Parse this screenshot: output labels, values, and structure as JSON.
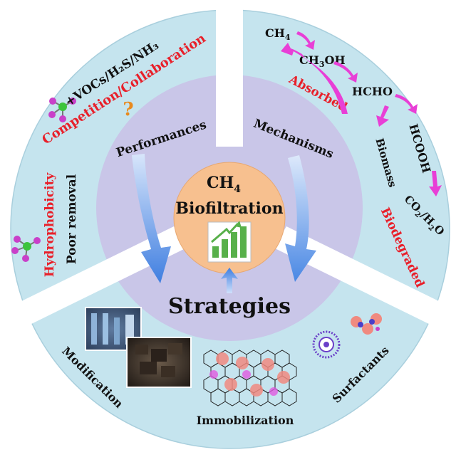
{
  "center": {
    "title_main": "CH",
    "title_sub": "4",
    "title_line2": "Biofiltration",
    "icon": "bar-chart-growth-icon"
  },
  "arrows_labels": {
    "performances": "Performances",
    "mechanisms": "Mechanisms",
    "strategies": "Strategies"
  },
  "performances_sector": {
    "vocs_label": "+VOCs/H₂S/NH₃",
    "competition_label": "Competition/Collaboration",
    "question_mark": "?",
    "hydrophobicity_label": "Hydrophobicity",
    "poor_removal_label": "Poor removal",
    "molecule_icon": "molecule-icon"
  },
  "mechanisms_sector": {
    "chain": [
      "CH₄",
      "CH₃OH",
      "HCHO",
      "HCOOH",
      "CO₂/H₂O"
    ],
    "biomass_label": "Biomass",
    "absorbed_label": "Absorbed",
    "biodegraded_label": "Biodegraded"
  },
  "strategies_sector": {
    "modification_label": "Modification",
    "immobilization_label": "Immobilization",
    "surfactants_label": "Surfactants"
  },
  "colors": {
    "outer_ring": "#c5e4ee",
    "inner_disc": "#c9c6e8",
    "center_disc": "#f7c08f",
    "red_label": "#e8202a",
    "magenta_arrow": "#e83fd6",
    "blue_arrow": "#4f86e0",
    "chart_green": "#58b04a"
  }
}
